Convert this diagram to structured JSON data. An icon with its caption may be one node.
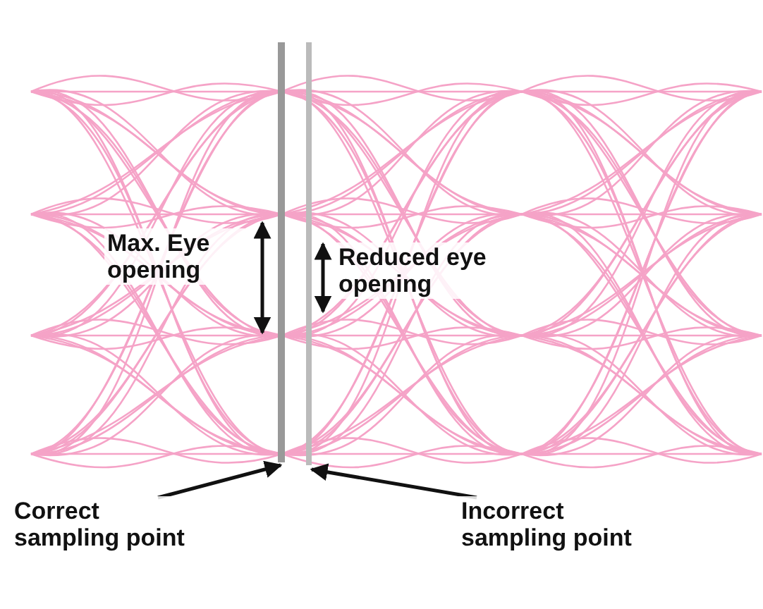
{
  "diagram": {
    "nodes": [
      {
        "text": [
          "Correct sampling point"
        ]
      },
      {
        "text": [
          "Incorrect sampling point"
        ]
      },
      {
        "text": [],
        "shape": "bar"
      },
      {
        "text": [],
        "shape": "bar"
      }
    ],
    "edges": [
      {
        "from": 0,
        "to": 2,
        "arrow": "to"
      },
      {
        "from": 1,
        "to": 3,
        "arrow": "to"
      }
    ],
    "labels": [
      "Max. Eye opening",
      "Reduced eye opening"
    ]
  }
}
